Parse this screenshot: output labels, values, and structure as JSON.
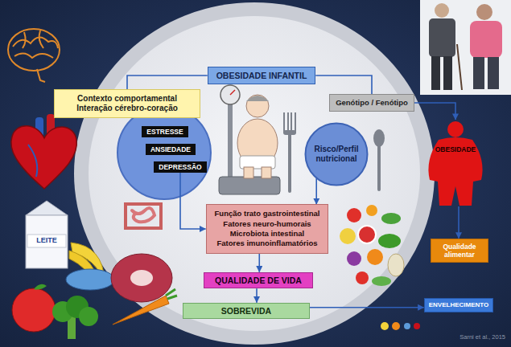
{
  "diagram": {
    "nodes": [
      {
        "text": [
          "OBESIDADE INFANTIL"
        ]
      },
      {
        "text": [
          "Contexto comportamental",
          "Interação cérebro-coração"
        ]
      },
      {
        "text": [
          "ESTRESSE"
        ]
      },
      {
        "text": [
          "ANSIEDADE"
        ]
      },
      {
        "text": [
          "DEPRESSÃO"
        ]
      },
      {
        "text": [
          "Genótipo / Fenótipo"
        ]
      },
      {
        "text": [
          "Risco/Perfil nutricional"
        ]
      },
      {
        "text": [
          "Função trato gastrointestinal",
          "Fatores neuro-humorais",
          "Microbiota intestinal",
          "Fatores imunoinflamatórios"
        ]
      },
      {
        "text": [
          "QUALIDADE DE VIDA"
        ]
      },
      {
        "text": [
          "SOBREVIDA"
        ]
      },
      {
        "text": [
          "OBESIDADE"
        ]
      },
      {
        "text": [
          "Qualidade alimentar"
        ]
      },
      {
        "text": [
          "ENVELHECIMENTO"
        ]
      }
    ],
    "edges": [
      {
        "from": 0,
        "to": 1,
        "arrow": "none"
      },
      {
        "from": 0,
        "to": 5,
        "arrow": "none"
      },
      {
        "from": 6,
        "to": 7,
        "arrow": "to"
      },
      {
        "from": 4,
        "to": 7,
        "arrow": "to"
      },
      {
        "from": 7,
        "to": 8,
        "arrow": "to"
      },
      {
        "from": 8,
        "to": 9,
        "arrow": "to"
      },
      {
        "from": 5,
        "to": 10,
        "arrow": "to"
      },
      {
        "from": 10,
        "to": 11,
        "arrow": "to"
      },
      {
        "from": 9,
        "to": 12,
        "arrow": "to"
      }
    ],
    "labels": [
      "LEITE",
      "Sarni et al., 2015"
    ]
  }
}
